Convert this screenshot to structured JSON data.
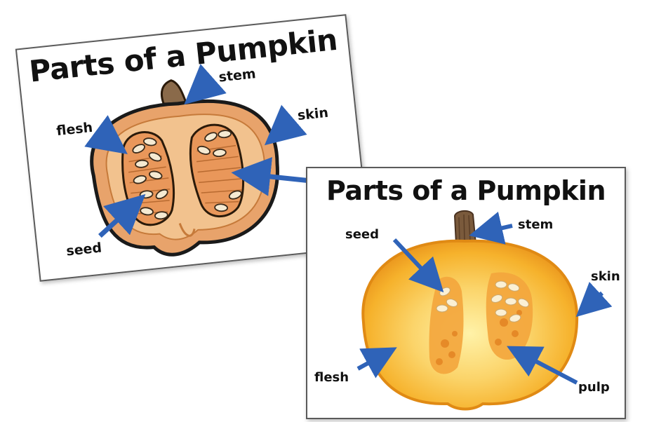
{
  "cards": [
    {
      "title": "Parts of a Pumpkin",
      "labels": {
        "stem": "stem",
        "flesh": "flesh",
        "skin": "skin",
        "seed": "seed"
      }
    },
    {
      "title": "Parts of a Pumpkin",
      "labels": {
        "seed": "seed",
        "stem": "stem",
        "skin": "skin",
        "flesh": "flesh",
        "pulp": "pulp"
      }
    }
  ],
  "colors": {
    "arrow": "#2f63b8",
    "cartoon_skin": "#e8a36b",
    "cartoon_flesh": "#f2c28e",
    "photo_skin": "#f4a81c",
    "photo_flesh": "#fbd46a",
    "stem": "#7a5a3c"
  }
}
